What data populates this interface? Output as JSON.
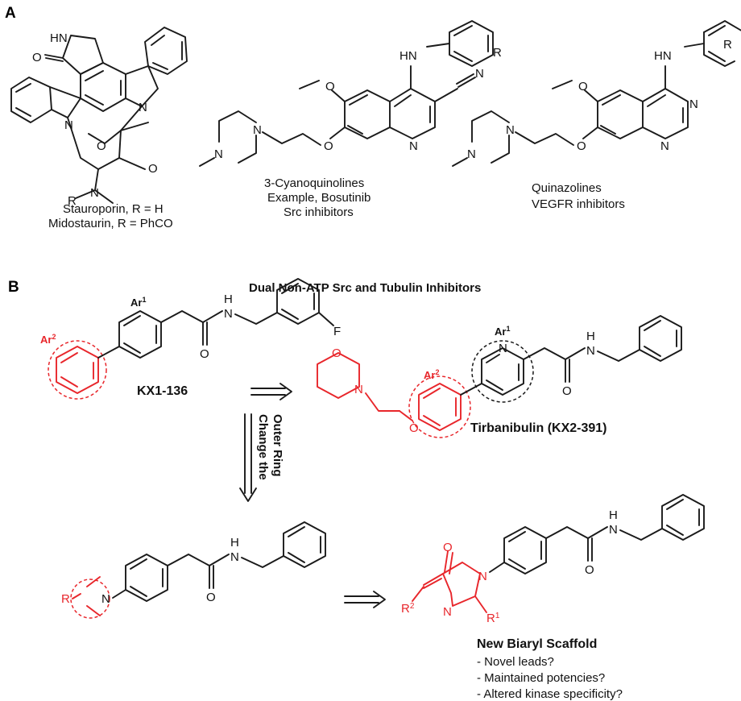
{
  "panel_a": {
    "label": "A",
    "stauro_caption_1": "Stauroporin, R = H",
    "stauro_caption_2": "Midostaurin, R = PhCO",
    "cyano_caption_1": "3-Cyanoquinolines",
    "cyano_caption_2": "Example, Bosutinib",
    "cyano_caption_3": "Src inhibitors",
    "quin_caption_1": "Quinazolines",
    "quin_caption_2": "VEGFR inhibitors"
  },
  "panel_b": {
    "label": "B",
    "title": "Dual Non-ATP Src and Tubulin Inhibitors",
    "kx1_name": "KX1-136",
    "tirb_name": "Tirbanibulin (KX2-391)",
    "change_line_1": "Change the",
    "change_line_2": "Outer Ring",
    "ar1": "Ar",
    "ar1_sup": "1",
    "ar2": "Ar",
    "ar2_sup": "2",
    "new_title": "New Biaryl Scaffold",
    "new_points": [
      "- Novel leads?",
      "- Maintained potencies?",
      "- Altered kinase specificity?"
    ]
  },
  "atoms": {
    "HN": "HN",
    "O": "O",
    "N": "N",
    "R": "R",
    "H": "H",
    "F": "F",
    "CN": "N",
    "R1": "R",
    "R1_sup": "1",
    "R2": "R",
    "R2_sup": "2"
  },
  "colors": {
    "ink": "#1a1a1a",
    "accent": "#e8262b"
  }
}
